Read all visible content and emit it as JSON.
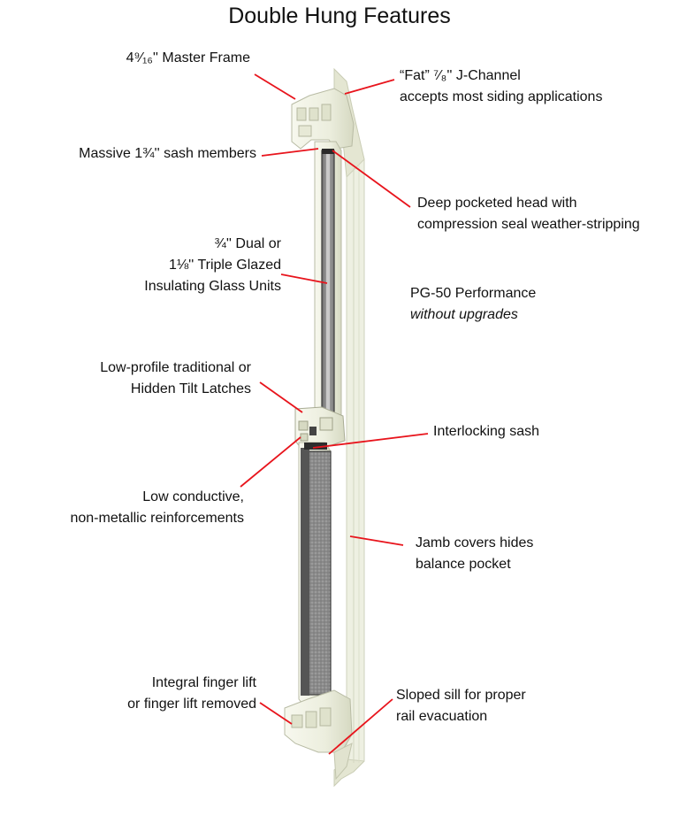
{
  "title": "Double Hung Features",
  "labels": {
    "master_frame": "4⁹⁄₁₆'' Master Frame",
    "j_channel_1": "“Fat” ⁷⁄₈'' J-Channel",
    "j_channel_2": "accepts most siding applications",
    "sash_members": "Massive 1¾'' sash members",
    "deep_head_1": "Deep pocketed head with",
    "deep_head_2": "compression seal weather-stripping",
    "glass_1": "¾'' Dual or",
    "glass_2": "1⅛'' Triple Glazed",
    "glass_3": "Insulating Glass Units",
    "pg50_1": "PG-50 Performance",
    "pg50_2": "without upgrades",
    "tilt_1": "Low-profile traditional or",
    "tilt_2": "Hidden Tilt Latches",
    "interlocking": "Interlocking sash",
    "reinf_1": "Low conductive,",
    "reinf_2": "non-metallic reinforcements",
    "jamb_1": "Jamb covers hides",
    "jamb_2": "balance pocket",
    "finger_1": "Integral finger lift",
    "finger_2": "or finger lift removed",
    "sill_1": "Sloped sill for proper",
    "sill_2": "rail evacuation"
  },
  "colors": {
    "leader": "#e8141c",
    "vinyl": "#eef0e0",
    "vinyl_shade": "#d9dcc6",
    "glass": "#8e8e8e"
  }
}
